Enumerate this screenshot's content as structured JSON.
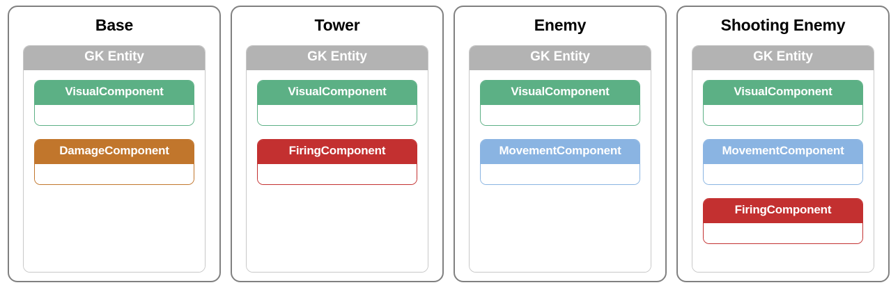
{
  "diagram": {
    "entity_box_label": "GK Entity",
    "colors": {
      "panel_border": "#808080",
      "entity_header_bg": "#b3b3b3",
      "entity_box_border": "#c8c8c8",
      "visual": "#5cb085",
      "damage": "#c1762c",
      "firing": "#c33030",
      "movement": "#8ab4e2",
      "title_text": "#000000",
      "header_text": "#ffffff",
      "background": "#ffffff"
    },
    "panels": [
      {
        "title": "Base",
        "entity_label": "GK Entity",
        "components": [
          {
            "label": "VisualComponent",
            "color": "#5cb085",
            "variant": "c-green"
          },
          {
            "label": "DamageComponent",
            "color": "#c1762c",
            "variant": "c-orange"
          }
        ]
      },
      {
        "title": "Tower",
        "entity_label": "GK Entity",
        "components": [
          {
            "label": "VisualComponent",
            "color": "#5cb085",
            "variant": "c-green"
          },
          {
            "label": "FiringComponent",
            "color": "#c33030",
            "variant": "c-red"
          }
        ]
      },
      {
        "title": "Enemy",
        "entity_label": "GK Entity",
        "components": [
          {
            "label": "VisualComponent",
            "color": "#5cb085",
            "variant": "c-green"
          },
          {
            "label": "MovementComponent",
            "color": "#8ab4e2",
            "variant": "c-blue"
          }
        ]
      },
      {
        "title": "Shooting Enemy",
        "entity_label": "GK Entity",
        "components": [
          {
            "label": "VisualComponent",
            "color": "#5cb085",
            "variant": "c-green"
          },
          {
            "label": "MovementComponent",
            "color": "#8ab4e2",
            "variant": "c-blue"
          },
          {
            "label": "FiringComponent",
            "color": "#c33030",
            "variant": "c-red"
          }
        ]
      }
    ]
  }
}
